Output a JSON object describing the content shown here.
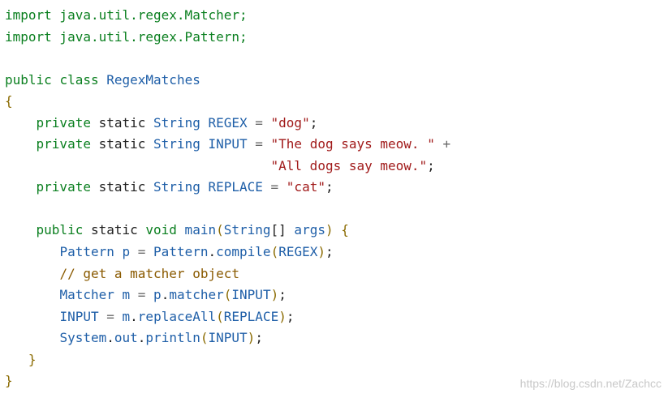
{
  "code": {
    "language": "java",
    "lines": [
      [
        {
          "t": "import",
          "k": "kw-green"
        },
        {
          "t": " java.util.regex.Matcher;",
          "k": "kw-green"
        }
      ],
      [
        {
          "t": "import",
          "k": "kw-green"
        },
        {
          "t": " java.util.regex.Pattern;",
          "k": "kw-green"
        }
      ],
      [],
      [
        {
          "t": "public",
          "k": "kw-green"
        },
        {
          "t": " ",
          "k": "punct"
        },
        {
          "t": "class",
          "k": "kw-green"
        },
        {
          "t": " RegexMatches",
          "k": "type"
        }
      ],
      [
        {
          "t": "{",
          "k": "brace"
        }
      ],
      [
        {
          "t": "    ",
          "k": "punct"
        },
        {
          "t": "private",
          "k": "kw-green"
        },
        {
          "t": " static ",
          "k": "kw-normal"
        },
        {
          "t": "String",
          "k": "type"
        },
        {
          "t": " REGEX ",
          "k": "const"
        },
        {
          "t": "= ",
          "k": "op"
        },
        {
          "t": "\"dog\"",
          "k": "str"
        },
        {
          "t": ";",
          "k": "punct"
        }
      ],
      [
        {
          "t": "    ",
          "k": "punct"
        },
        {
          "t": "private",
          "k": "kw-green"
        },
        {
          "t": " static ",
          "k": "kw-normal"
        },
        {
          "t": "String",
          "k": "type"
        },
        {
          "t": " INPUT ",
          "k": "const"
        },
        {
          "t": "= ",
          "k": "op"
        },
        {
          "t": "\"The dog says meow. \"",
          "k": "str"
        },
        {
          "t": " +",
          "k": "op"
        }
      ],
      [
        {
          "t": "                                  ",
          "k": "punct"
        },
        {
          "t": "\"All dogs say meow.\"",
          "k": "str"
        },
        {
          "t": ";",
          "k": "punct"
        }
      ],
      [
        {
          "t": "    ",
          "k": "punct"
        },
        {
          "t": "private",
          "k": "kw-green"
        },
        {
          "t": " static ",
          "k": "kw-normal"
        },
        {
          "t": "String",
          "k": "type"
        },
        {
          "t": " REPLACE ",
          "k": "const"
        },
        {
          "t": "= ",
          "k": "op"
        },
        {
          "t": "\"cat\"",
          "k": "str"
        },
        {
          "t": ";",
          "k": "punct"
        }
      ],
      [],
      [
        {
          "t": "    ",
          "k": "punct"
        },
        {
          "t": "public",
          "k": "kw-green"
        },
        {
          "t": " static ",
          "k": "kw-normal"
        },
        {
          "t": "void",
          "k": "kw-green"
        },
        {
          "t": " main",
          "k": "type"
        },
        {
          "t": "(",
          "k": "brace"
        },
        {
          "t": "String",
          "k": "type"
        },
        {
          "t": "[]",
          "k": "punct"
        },
        {
          "t": " args",
          "k": "const"
        },
        {
          "t": ") ",
          "k": "brace"
        },
        {
          "t": "{",
          "k": "brace"
        }
      ],
      [
        {
          "t": "       ",
          "k": "punct"
        },
        {
          "t": "Pattern",
          "k": "type"
        },
        {
          "t": " p ",
          "k": "const"
        },
        {
          "t": "= ",
          "k": "op"
        },
        {
          "t": "Pattern",
          "k": "type"
        },
        {
          "t": ".",
          "k": "punct"
        },
        {
          "t": "compile",
          "k": "type"
        },
        {
          "t": "(",
          "k": "brace"
        },
        {
          "t": "REGEX",
          "k": "const"
        },
        {
          "t": ")",
          "k": "brace"
        },
        {
          "t": ";",
          "k": "punct"
        }
      ],
      [
        {
          "t": "       ",
          "k": "punct"
        },
        {
          "t": "// get a matcher object",
          "k": "comment"
        }
      ],
      [
        {
          "t": "       ",
          "k": "punct"
        },
        {
          "t": "Matcher",
          "k": "type"
        },
        {
          "t": " m ",
          "k": "const"
        },
        {
          "t": "= ",
          "k": "op"
        },
        {
          "t": "p",
          "k": "const"
        },
        {
          "t": ".",
          "k": "punct"
        },
        {
          "t": "matcher",
          "k": "type"
        },
        {
          "t": "(",
          "k": "brace"
        },
        {
          "t": "INPUT",
          "k": "const"
        },
        {
          "t": ")",
          "k": "brace"
        },
        {
          "t": ";",
          "k": "punct"
        }
      ],
      [
        {
          "t": "       ",
          "k": "punct"
        },
        {
          "t": "INPUT",
          "k": "const"
        },
        {
          "t": " = ",
          "k": "op"
        },
        {
          "t": "m",
          "k": "const"
        },
        {
          "t": ".",
          "k": "punct"
        },
        {
          "t": "replaceAll",
          "k": "type"
        },
        {
          "t": "(",
          "k": "brace"
        },
        {
          "t": "REPLACE",
          "k": "const"
        },
        {
          "t": ")",
          "k": "brace"
        },
        {
          "t": ";",
          "k": "punct"
        }
      ],
      [
        {
          "t": "       ",
          "k": "punct"
        },
        {
          "t": "System",
          "k": "type"
        },
        {
          "t": ".",
          "k": "punct"
        },
        {
          "t": "out",
          "k": "const"
        },
        {
          "t": ".",
          "k": "punct"
        },
        {
          "t": "println",
          "k": "type"
        },
        {
          "t": "(",
          "k": "brace"
        },
        {
          "t": "INPUT",
          "k": "const"
        },
        {
          "t": ")",
          "k": "brace"
        },
        {
          "t": ";",
          "k": "punct"
        }
      ],
      [
        {
          "t": "   ",
          "k": "punct"
        },
        {
          "t": "}",
          "k": "brace"
        }
      ],
      [
        {
          "t": "}",
          "k": "brace"
        }
      ]
    ]
  },
  "watermark": "https://blog.csdn.net/Zachcc",
  "colors": {
    "keyword": "#0a7f1f",
    "type": "#1f5fa8",
    "string": "#a11b1b",
    "comment": "#8a5a00",
    "brace": "#8a6a00",
    "background": "#ffffff"
  }
}
